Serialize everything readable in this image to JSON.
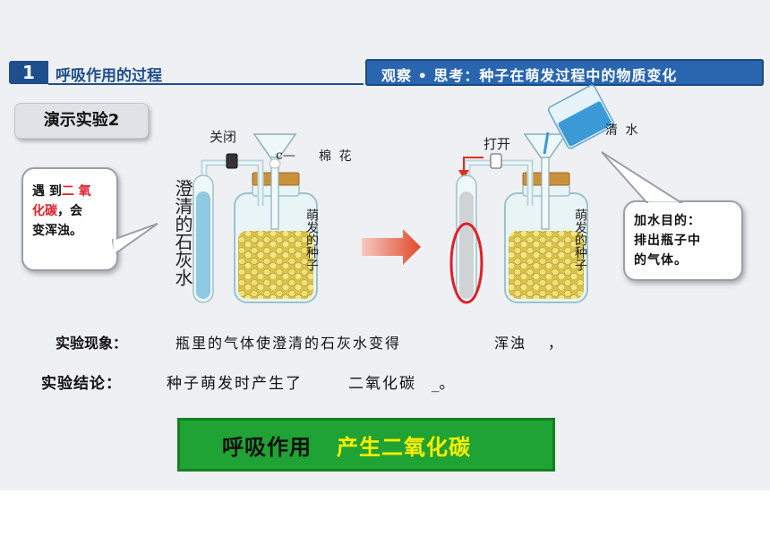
{
  "header": {
    "number": "1",
    "section_title": "呼吸作用的过程",
    "right_title": "观察 • 思考：种子在萌发过程中的物质变化"
  },
  "demo_label": "演示实验2",
  "left_bubble": {
    "line1_a": "遇 到",
    "line1_b": "二 氧",
    "line2_a": "化碳",
    "line2_b": "，会",
    "line3": "变浑浊。"
  },
  "right_bubble": {
    "line1": "加水目的：",
    "line2": "排出瓶子中",
    "line3": "的气体。"
  },
  "apparatus_left": {
    "closed_label": "关闭",
    "clip_label": "c—",
    "cotton_label": "棉 花",
    "limewater_label": "澄清的石灰水",
    "seeds_label": "萌发的种子"
  },
  "apparatus_right": {
    "open_label": "打开",
    "water_label": "清 水",
    "seeds_label": "萌发的种子"
  },
  "observation": {
    "label": "实验现象：",
    "text": "瓶里的气体使澄清的石灰水变得",
    "answer": "浑浊",
    "trail": "，"
  },
  "conclusion": {
    "label": "实验结论：",
    "text": "种子萌发时产生了",
    "answer": "二氧化碳",
    "trail": "_。"
  },
  "summary": {
    "part1": "呼吸作用",
    "part2": "产生二氧化碳"
  }
}
